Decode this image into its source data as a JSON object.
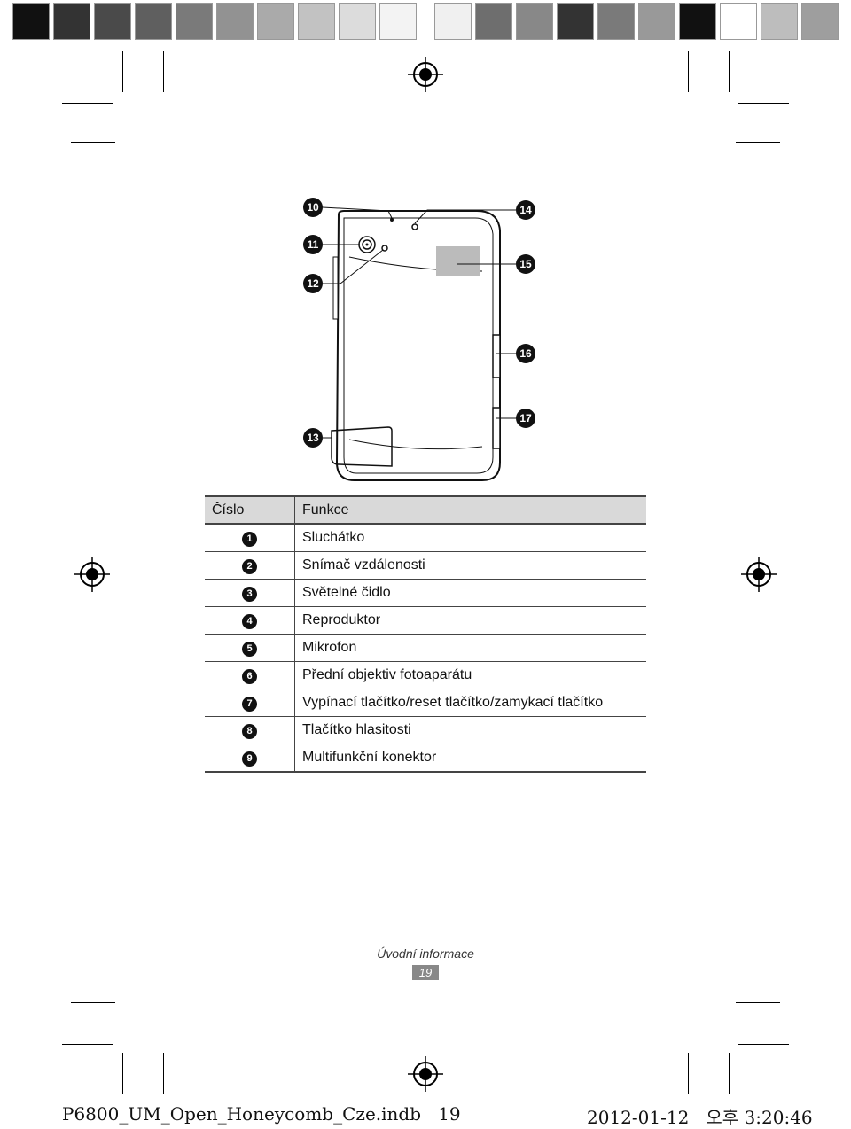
{
  "calibration_left": [
    "#111111",
    "#333333",
    "#4a4a4a",
    "#5f5f5f",
    "#7a7a7a",
    "#929292",
    "#aaaaaa",
    "#c2c2c2",
    "#dcdcdc",
    "#f3f3f3"
  ],
  "calibration_right": [
    "#f0f0f0",
    "#6e6e6e",
    "#888888",
    "#333333",
    "#7a7a7a",
    "#999999",
    "#111111",
    "#ffffff",
    "#bdbdbd",
    "#9e9e9e"
  ],
  "figure_callouts": [
    "10",
    "11",
    "12",
    "13",
    "14",
    "15",
    "16",
    "17"
  ],
  "table": {
    "header_number": "Číslo",
    "header_function": "Funkce",
    "rows": [
      {
        "num": "1",
        "func": "Sluchátko"
      },
      {
        "num": "2",
        "func": "Snímač vzdálenosti"
      },
      {
        "num": "3",
        "func": "Světelné čidlo"
      },
      {
        "num": "4",
        "func": "Reproduktor"
      },
      {
        "num": "5",
        "func": "Mikrofon"
      },
      {
        "num": "6",
        "func": "Přední objektiv fotoaparátu"
      },
      {
        "num": "7",
        "func": "Vypínací tlačítko/reset tlačítko/zamykací tlačítko"
      },
      {
        "num": "8",
        "func": "Tlačítko hlasitosti"
      },
      {
        "num": "9",
        "func": "Multifunkční konektor"
      }
    ]
  },
  "footer": {
    "section": "Úvodní informace",
    "page": "19"
  },
  "slug": {
    "file": "P6800_UM_Open_Honeycomb_Cze.indb   19",
    "datetime": "2012-01-12   오후 3:20:46"
  }
}
